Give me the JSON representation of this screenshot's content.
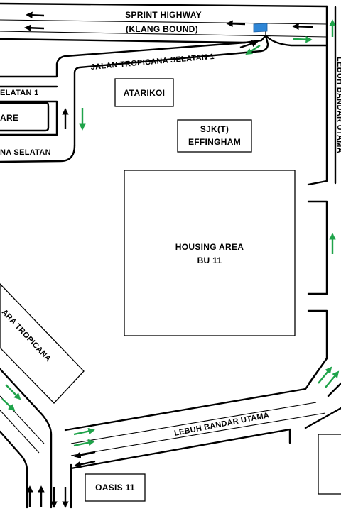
{
  "colors": {
    "traffic_out": "#1fa34a",
    "traffic_in": "#000000",
    "flag": "#2f86d6",
    "line": "#000000"
  },
  "roads": {
    "sprint_highway_line1": "SPRINT HIGHWAY",
    "sprint_highway_line2": "(KLANG BOUND)",
    "jalan_tropicana_selatan_1": "JALAN TROPICANA SELATAN 1",
    "selatan_1_cut": "ELATAN 1",
    "na_selatan_cut": "NA SELATAN",
    "lebuh_bandar_utama_vertical": "LEBUH BANDAR UTAMA",
    "lebuh_bandar_utama_bottom": "LEBUH BANDAR UTAMA",
    "ara_tropicana_cut": "ARA TROPICANA"
  },
  "buildings": {
    "are_cut": "ARE",
    "atarikoi": "ATARIKOI",
    "sjkt_line1": "SJK(T)",
    "sjkt_line2": "EFFINGHAM",
    "housing_line1": "HOUSING AREA",
    "housing_line2": "BU 11",
    "oasis": "OASIS 11"
  },
  "icons": {
    "destination_marker": "flag-icon",
    "direction": "arrow-icon"
  }
}
